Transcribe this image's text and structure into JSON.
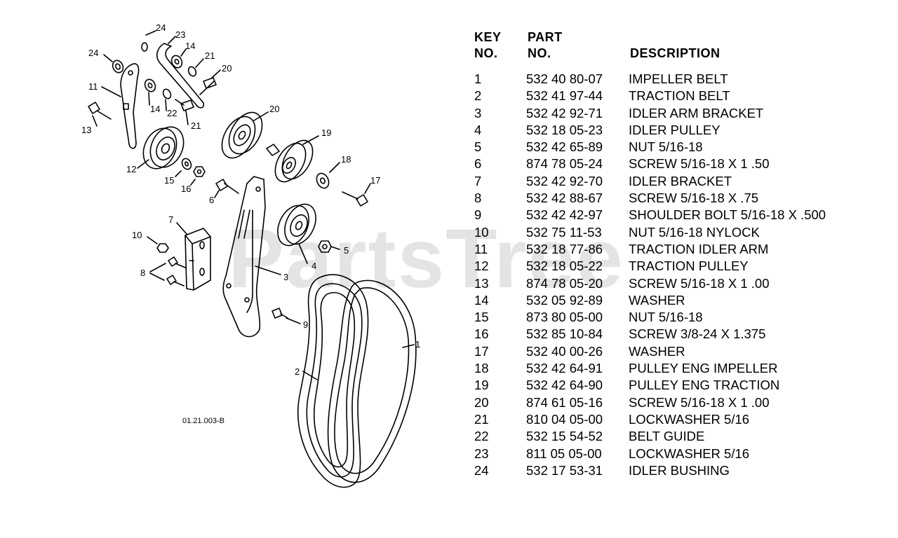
{
  "watermark": {
    "text": "PartsTree",
    "tm": "™"
  },
  "figure_code": "01.21.003-B",
  "callouts": [
    "1",
    "2",
    "3",
    "4",
    "5",
    "6",
    "7",
    "8",
    "9",
    "10",
    "11",
    "12",
    "13",
    "14",
    "14",
    "15",
    "16",
    "17",
    "18",
    "19",
    "20",
    "20",
    "21",
    "21",
    "22",
    "23",
    "24"
  ],
  "headers": {
    "key_line1": "KEY",
    "key_line2": "NO.",
    "part_line1": "PART",
    "part_line2": "NO.",
    "desc": "DESCRIPTION"
  },
  "parts": [
    {
      "key": "1",
      "part": "532 40 80-07",
      "desc": "IMPELLER BELT"
    },
    {
      "key": "2",
      "part": "532 41 97-44",
      "desc": "TRACTION BELT"
    },
    {
      "key": "3",
      "part": "532 42 92-71",
      "desc": "IDLER ARM BRACKET"
    },
    {
      "key": "4",
      "part": "532 18 05-23",
      "desc": "IDLER PULLEY"
    },
    {
      "key": "5",
      "part": "532 42 65-89",
      "desc": "NUT 5/16-18"
    },
    {
      "key": "6",
      "part": "874 78 05-24",
      "desc": "SCREW 5/16-18 X 1 .50"
    },
    {
      "key": "7",
      "part": "532 42 92-70",
      "desc": "IDLER BRACKET"
    },
    {
      "key": "8",
      "part": "532 42 88-67",
      "desc": "SCREW 5/16-18 X .75"
    },
    {
      "key": "9",
      "part": "532 42 42-97",
      "desc": "SHOULDER BOLT 5/16-18 X .500"
    },
    {
      "key": "10",
      "part": "532 75 11-53",
      "desc": "NUT 5/16-18 NYLOCK"
    },
    {
      "key": "11",
      "part": "532 18 77-86",
      "desc": "TRACTION IDLER ARM"
    },
    {
      "key": "12",
      "part": "532 18 05-22",
      "desc": "TRACTION PULLEY"
    },
    {
      "key": "13",
      "part": "874 78 05-20",
      "desc": "SCREW 5/16-18 X 1 .00"
    },
    {
      "key": "14",
      "part": "532 05 92-89",
      "desc": "WASHER"
    },
    {
      "key": "15",
      "part": "873 80 05-00",
      "desc": "NUT 5/16-18"
    },
    {
      "key": "16",
      "part": "532 85 10-84",
      "desc": "SCREW 3/8-24 X 1.375"
    },
    {
      "key": "17",
      "part": "532 40 00-26",
      "desc": "WASHER"
    },
    {
      "key": "18",
      "part": "532 42 64-91",
      "desc": "PULLEY ENG IMPELLER"
    },
    {
      "key": "19",
      "part": "532 42 64-90",
      "desc": "PULLEY ENG TRACTION"
    },
    {
      "key": "20",
      "part": "874 61 05-16",
      "desc": "SCREW 5/16-18 X 1 .00"
    },
    {
      "key": "21",
      "part": "810 04 05-00",
      "desc": "LOCKWASHER 5/16"
    },
    {
      "key": "22",
      "part": "532 15 54-52",
      "desc": "BELT GUIDE"
    },
    {
      "key": "23",
      "part": "811 05 05-00",
      "desc": "LOCKWASHER 5/16"
    },
    {
      "key": "24",
      "part": "532 17 53-31",
      "desc": "IDLER BUSHING"
    }
  ]
}
